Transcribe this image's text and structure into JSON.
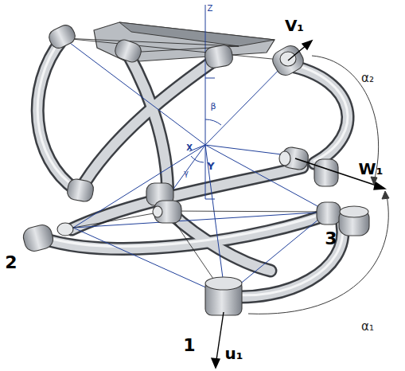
{
  "diagram": {
    "labels": [
      "Z",
      "V₁",
      "α₂",
      "β",
      "X",
      "γ",
      "Y",
      "W₁",
      "2",
      "3",
      "α₁",
      "1",
      "u₁"
    ]
  }
}
